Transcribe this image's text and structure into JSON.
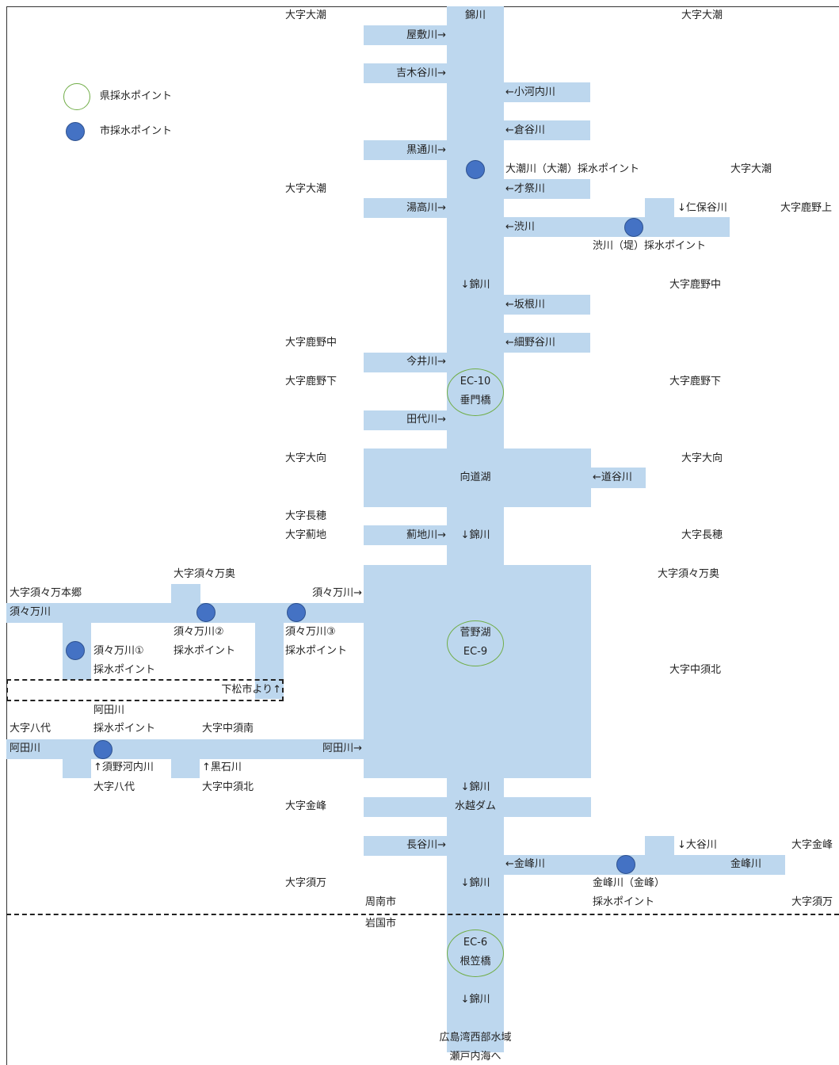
{
  "legend": {
    "prefecture_point": "県採水ポイント",
    "city_point": "市採水ポイント"
  },
  "labels": {
    "nishikigawa_top": "錦川",
    "yashikigawa": "屋敷川→",
    "yoshikidanigawa": "吉木谷川→",
    "kogochigawa": "←小河内川",
    "kuradanigawa": "←倉谷川",
    "kurodorigawa": "黒通川→",
    "oshiogawa_point": "大潮川（大潮）採水ポイント",
    "saisaigawa": "←才祭川",
    "yutakagawa": "湯高川→",
    "nihodanigawa": "↓仁保谷川",
    "shibukawa": "←渋川",
    "shibukawa_point": "渋川（堤）採水ポイント",
    "nishikigawa_2": "↓錦川",
    "sakanegawa": "←坂根川",
    "hosonodanigawa": "←細野谷川",
    "imaigawa": "今井川→",
    "ec10_code": "EC-10",
    "ec10_name": "垂門橋",
    "tashirogawa": "田代川→",
    "mukomichi_lake": "向道湖",
    "michidanigawa": "←道谷川",
    "azamijigawa": "薊地川→",
    "nishikigawa_3": "↓錦川",
    "sugumagawa_arrow": "須々万川→",
    "sugumagawa_left": "須々万川",
    "sugumagawa_pt1_a": "須々万川①",
    "sugumagawa_pt1_b": "採水ポイント",
    "sugumagawa_pt2_a": "須々万川②",
    "sugumagawa_pt2_b": "採水ポイント",
    "sugumagawa_pt3_a": "須々万川③",
    "sugumagawa_pt3_b": "採水ポイント",
    "kudamatsu": "下松市より↑",
    "sugano_lake_a": "菅野湖",
    "sugano_lake_b": "EC-9",
    "ataga_point_a": "阿田川",
    "ataga_point_b": "採水ポイント",
    "atagawa_left": "阿田川",
    "atagawa_arrow": "阿田川→",
    "sunokochigawa": "↑須野河内川",
    "kuroishigawa": "↑黒石川",
    "nishikigawa_4": "↓錦川",
    "mizukoshi_dam": "水越ダム",
    "nagatanigawa": "長谷川→",
    "odanigawa": "↓大谷川",
    "kanemine_arrow": "←金峰川",
    "kanemine_right": "金峰川",
    "kanemine_point_a": "金峰川（金峰）",
    "kanemine_point_b": "採水ポイント",
    "nishikigawa_5": "↓錦川",
    "shunan": "周南市",
    "iwakuni": "岩国市",
    "ec6_code": "EC-6",
    "ec6_name": "根笠橋",
    "nishikigawa_6": "↓錦川",
    "hiroshima_bay": "広島湾西部水域",
    "setonaikai": "瀬戸内海へ"
  },
  "areas": {
    "oshio_1": "大字大潮",
    "oshio_2": "大字大潮",
    "oshio_3": "大字大潮",
    "oshio_4": "大字大潮",
    "kanokami": "大字鹿野上",
    "kanonaka_r": "大字鹿野中",
    "kanonaka_l": "大字鹿野中",
    "kanoshimo_l": "大字鹿野下",
    "kanoshimo_r": "大字鹿野下",
    "omukai_l": "大字大向",
    "omukai_r": "大字大向",
    "nagaho_l": "大字長穂",
    "azamiji": "大字薊地",
    "nagaho_r": "大字長穂",
    "sugumaoku_l": "大字須々万奥",
    "sugumaoku_r": "大字須々万奥",
    "sugumahongo": "大字須々万本郷",
    "nakasuna_n_r": "大字中須北",
    "yashiro_1": "大字八代",
    "nakasuna_s": "大字中須南",
    "yashiro_2": "大字八代",
    "nakasuna_n_l": "大字中須北",
    "kanemine_l": "大字金峰",
    "kanemine_r": "大字金峰",
    "suma_l": "大字須万",
    "suma_r": "大字須万"
  },
  "colors": {
    "water": "#bdd7ee",
    "city_point": "#4472c4",
    "prefecture_ring": "#70ad47"
  }
}
